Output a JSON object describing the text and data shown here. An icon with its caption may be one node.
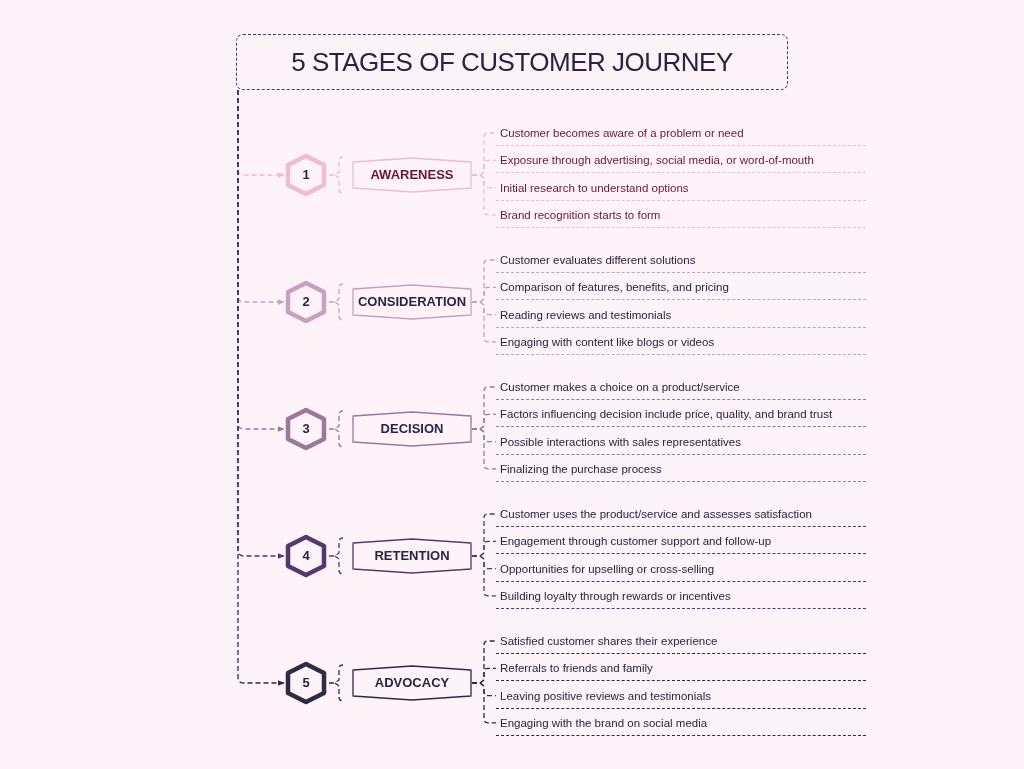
{
  "diagram": {
    "nodes": [
      {
        "text": [
          "5 STAGES OF CUSTOMER JOURNEY"
        ]
      },
      {
        "text": [
          "1"
        ]
      },
      {
        "text": [
          "AWARENESS"
        ]
      },
      {
        "text": [
          "Customer becomes aware of a problem or need"
        ]
      },
      {
        "text": [
          "Exposure through advertising, social media, or word-of-mouth"
        ]
      },
      {
        "text": [
          "Initial research to understand options"
        ]
      },
      {
        "text": [
          "Brand recognition starts to form"
        ]
      },
      {
        "text": [
          "2"
        ]
      },
      {
        "text": [
          "CONSIDERATION"
        ]
      },
      {
        "text": [
          "Customer evaluates different solutions"
        ]
      },
      {
        "text": [
          "Comparison of features, benefits, and pricing"
        ]
      },
      {
        "text": [
          "Reading reviews and testimonials"
        ]
      },
      {
        "text": [
          "Engaging with content like blogs or videos"
        ]
      },
      {
        "text": [
          "3"
        ]
      },
      {
        "text": [
          "DECISION"
        ]
      },
      {
        "text": [
          "Customer makes a choice on a product/service"
        ]
      },
      {
        "text": [
          "Factors influencing decision include price, quality, and brand trust"
        ]
      },
      {
        "text": [
          "Possible interactions with sales representatives"
        ]
      },
      {
        "text": [
          "Finalizing the purchase process"
        ]
      },
      {
        "text": [
          "4"
        ]
      },
      {
        "text": [
          "RETENTION"
        ]
      },
      {
        "text": [
          "Customer uses the product/service and assesses satisfaction"
        ]
      },
      {
        "text": [
          "Engagement through customer support and follow-up"
        ]
      },
      {
        "text": [
          "Opportunities for upselling or cross-selling"
        ]
      },
      {
        "text": [
          "Building loyalty through rewards or incentives"
        ]
      },
      {
        "text": [
          "5"
        ]
      },
      {
        "text": [
          "ADVOCACY"
        ]
      },
      {
        "text": [
          "Satisfied customer shares their experience"
        ]
      },
      {
        "text": [
          "Referrals to friends and family"
        ]
      },
      {
        "text": [
          "Leaving positive reviews and testimonials"
        ]
      },
      {
        "text": [
          "Engaging with the brand on social media"
        ]
      }
    ],
    "edges": [
      {
        "from": 0,
        "to": 1,
        "arrow": "to",
        "style": "dashed",
        "color": "#f0bcd0"
      },
      {
        "from": 1,
        "to": 2,
        "arrow": "none",
        "style": "dashed",
        "color": "#f0bcd0"
      },
      {
        "from": 2,
        "to": 3,
        "arrow": "none",
        "style": "dashed",
        "color": "#f0bcd0"
      },
      {
        "from": 2,
        "to": 4,
        "arrow": "none",
        "style": "dashed",
        "color": "#f0bcd0"
      },
      {
        "from": 2,
        "to": 5,
        "arrow": "none",
        "style": "dashed",
        "color": "#f0bcd0"
      },
      {
        "from": 2,
        "to": 6,
        "arrow": "none",
        "style": "dashed",
        "color": "#f0bcd0"
      },
      {
        "from": 0,
        "to": 7,
        "arrow": "to",
        "style": "dashed",
        "color": "#c7a1bd"
      },
      {
        "from": 7,
        "to": 8,
        "arrow": "none",
        "style": "dashed",
        "color": "#c7a1bd"
      },
      {
        "from": 8,
        "to": 9,
        "arrow": "none",
        "style": "dashed",
        "color": "#c7a1bd"
      },
      {
        "from": 8,
        "to": 10,
        "arrow": "none",
        "style": "dashed",
        "color": "#c7a1bd"
      },
      {
        "from": 8,
        "to": 11,
        "arrow": "none",
        "style": "dashed",
        "color": "#c7a1bd"
      },
      {
        "from": 8,
        "to": 12,
        "arrow": "none",
        "style": "dashed",
        "color": "#c7a1bd"
      },
      {
        "from": 0,
        "to": 13,
        "arrow": "to",
        "style": "dashed",
        "color": "#9c7899"
      },
      {
        "from": 13,
        "to": 14,
        "arrow": "none",
        "style": "dashed",
        "color": "#9c7899"
      },
      {
        "from": 14,
        "to": 15,
        "arrow": "none",
        "style": "dashed",
        "color": "#9c7899"
      },
      {
        "from": 14,
        "to": 16,
        "arrow": "none",
        "style": "dashed",
        "color": "#9c7899"
      },
      {
        "from": 14,
        "to": 17,
        "arrow": "none",
        "style": "dashed",
        "color": "#9c7899"
      },
      {
        "from": 14,
        "to": 18,
        "arrow": "none",
        "style": "dashed",
        "color": "#9c7899"
      },
      {
        "from": 0,
        "to": 19,
        "arrow": "to",
        "style": "dashed",
        "color": "#56386f"
      },
      {
        "from": 19,
        "to": 20,
        "arrow": "none",
        "style": "dashed",
        "color": "#56386f"
      },
      {
        "from": 20,
        "to": 21,
        "arrow": "none",
        "style": "dashed",
        "color": "#56386f"
      },
      {
        "from": 20,
        "to": 22,
        "arrow": "none",
        "style": "dashed",
        "color": "#56386f"
      },
      {
        "from": 20,
        "to": 23,
        "arrow": "none",
        "style": "dashed",
        "color": "#56386f"
      },
      {
        "from": 20,
        "to": 24,
        "arrow": "none",
        "style": "dashed",
        "color": "#56386f"
      },
      {
        "from": 0,
        "to": 25,
        "arrow": "to",
        "style": "dashed",
        "color": "#302a44"
      },
      {
        "from": 25,
        "to": 26,
        "arrow": "none",
        "style": "dashed",
        "color": "#302a44"
      },
      {
        "from": 26,
        "to": 27,
        "arrow": "none",
        "style": "dashed",
        "color": "#302a44"
      },
      {
        "from": 26,
        "to": 28,
        "arrow": "none",
        "style": "dashed",
        "color": "#302a44"
      },
      {
        "from": 26,
        "to": 29,
        "arrow": "none",
        "style": "dashed",
        "color": "#302a44"
      },
      {
        "from": 26,
        "to": 30,
        "arrow": "none",
        "style": "dashed",
        "color": "#302a44"
      }
    ]
  }
}
